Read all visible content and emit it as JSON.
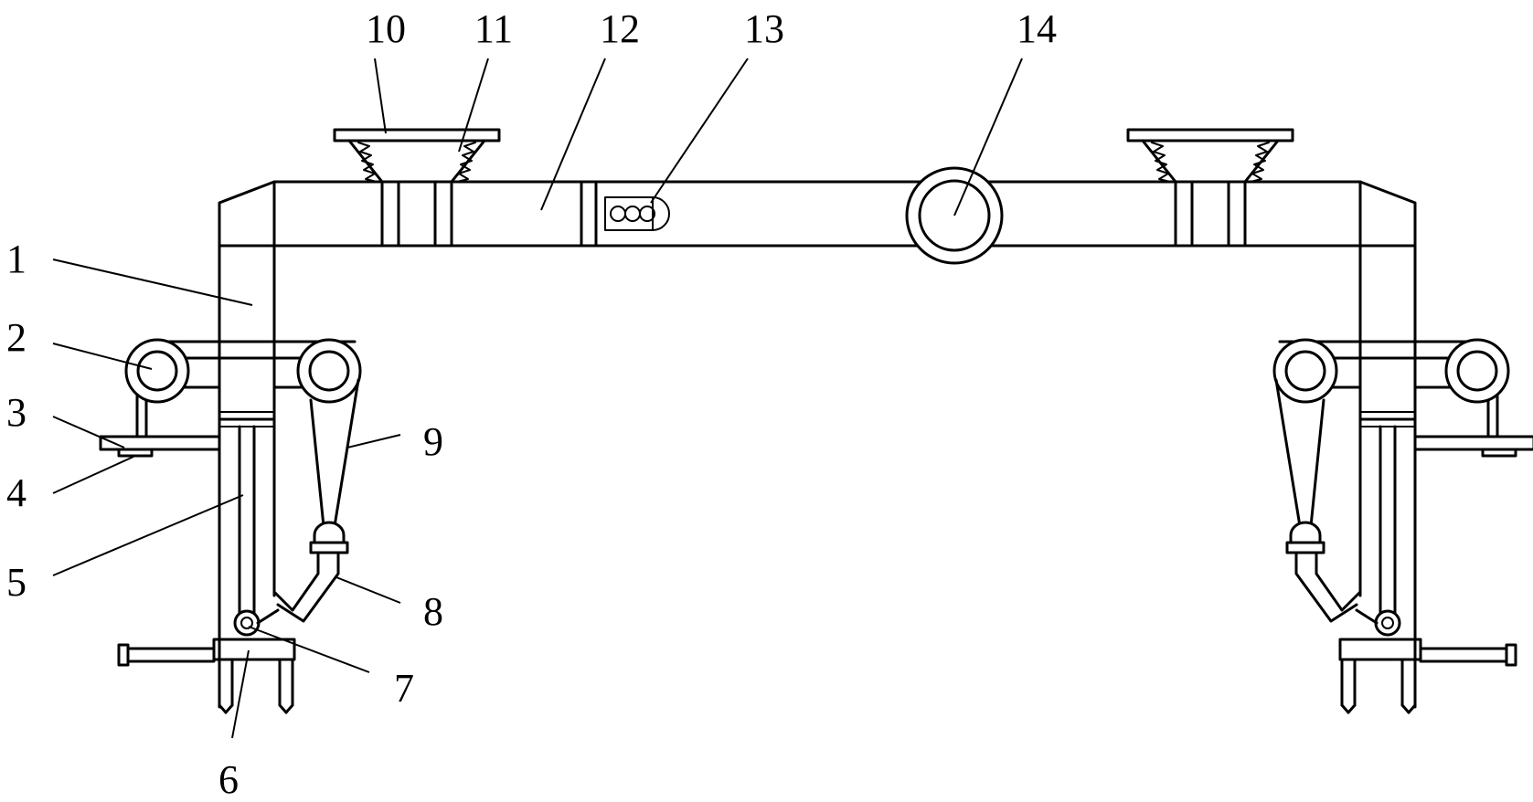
{
  "callouts": [
    "1",
    "2",
    "3",
    "4",
    "5",
    "6",
    "7",
    "8",
    "9",
    "10",
    "11",
    "12",
    "13",
    "14"
  ]
}
